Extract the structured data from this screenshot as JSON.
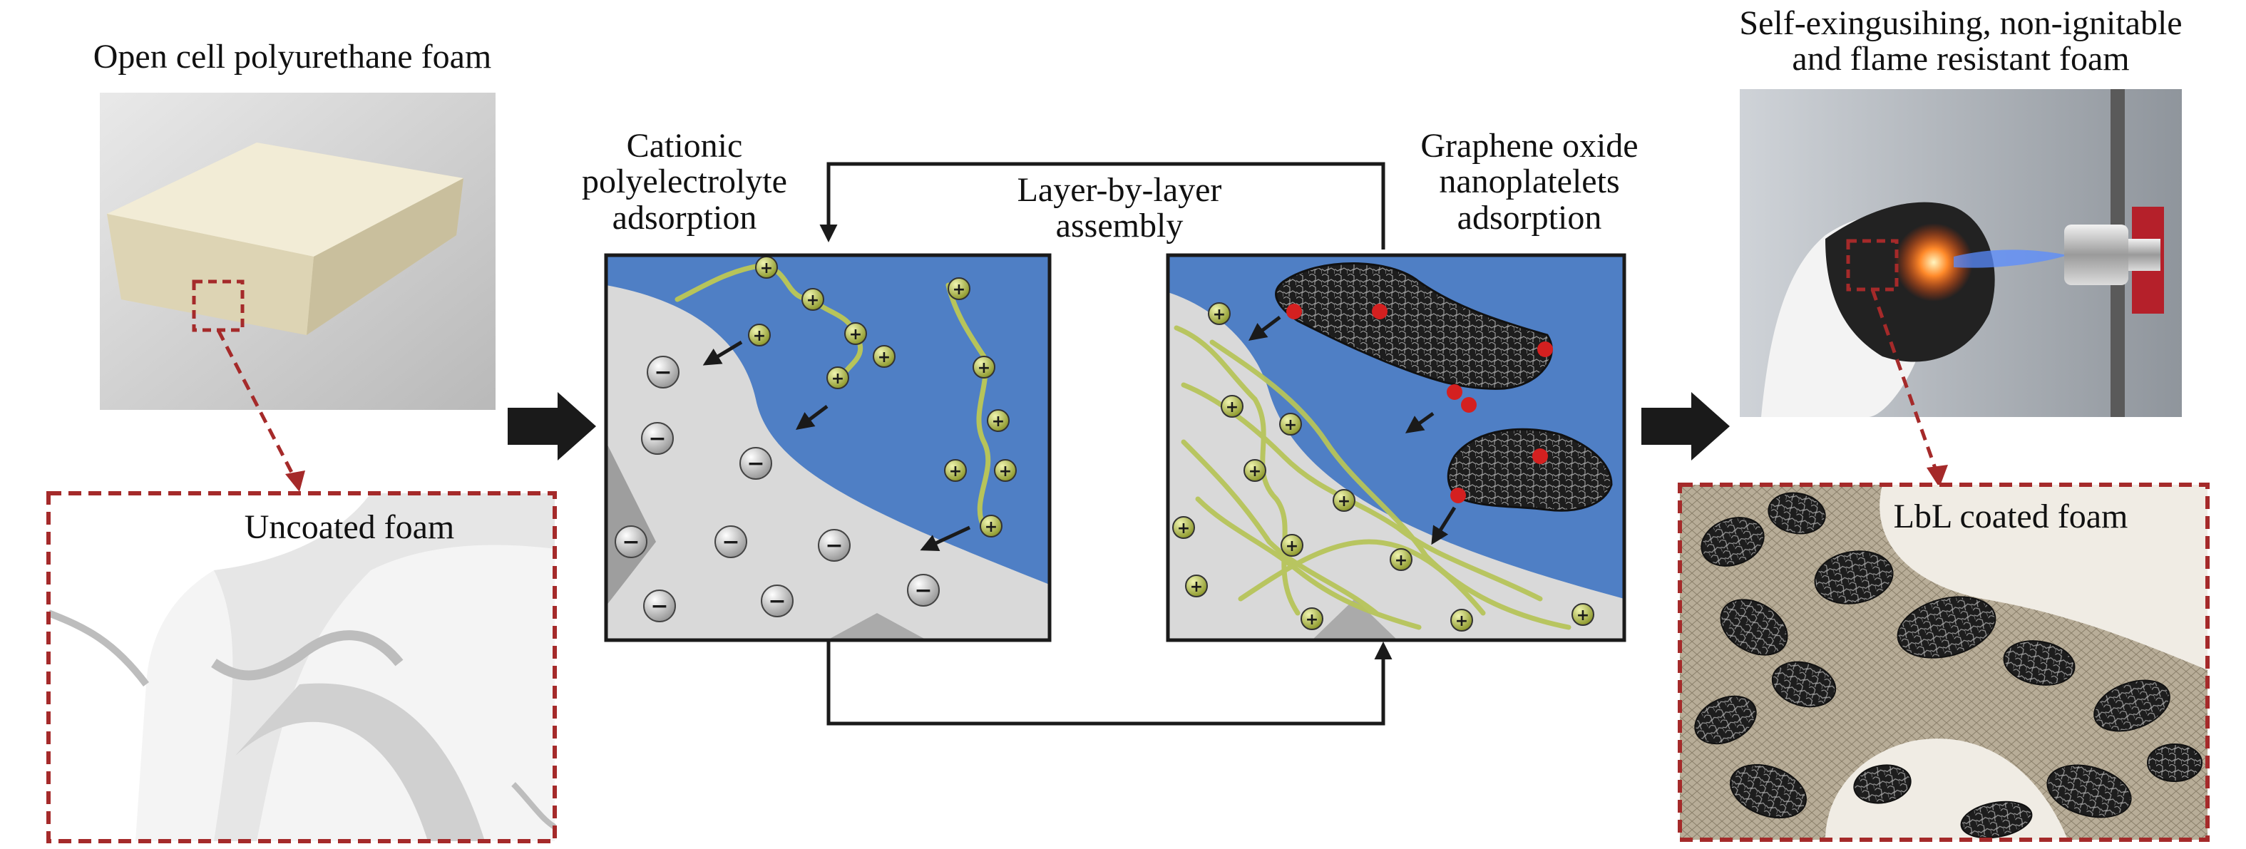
{
  "labels": {
    "foam_title": "Open cell polyurethane foam",
    "uncoated": "Uncoated foam",
    "cationic_1": "Cationic",
    "cationic_2": "polyelectrolyte",
    "cationic_3": "adsorption",
    "lbl_1": "Layer-by-layer",
    "lbl_2": "assembly",
    "go_1": "Graphene oxide",
    "go_2": "nanoplatelets",
    "go_3": "adsorption",
    "self_1": "Self-exingusihing, non-ignitable",
    "self_2": "and flame resistant foam",
    "coated": "LbL coated foam"
  },
  "symbols": {
    "plus": "+",
    "minus": "−"
  },
  "colors": {
    "solution_blue": "#4f7fc5",
    "foam_grey": "#d9d9d9",
    "foam_beige": "#e7dfc3",
    "polymer_green": "#b7c45a",
    "dashed_red": "#a52a2a",
    "arrow_black": "#1a1a1a",
    "oxygen_red": "#d42020"
  }
}
